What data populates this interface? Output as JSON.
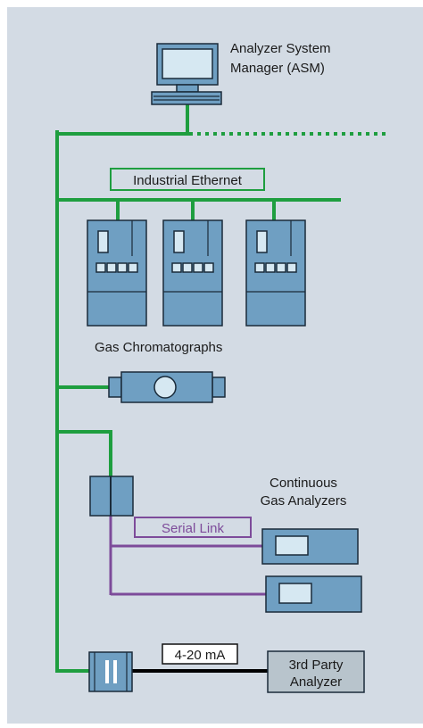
{
  "colors": {
    "background": "#d3dbe4",
    "ethernet": "#1e9e3f",
    "serial": "#7d4b9a",
    "analog": "#000000",
    "device_fill": "#6f9fc2",
    "device_stroke": "#1a2b3a",
    "screen_fill": "#d6e8f2",
    "third_party_fill": "#b8c4cc"
  },
  "labels": {
    "asm_line1": "Analyzer System",
    "asm_line2": "Manager (ASM)",
    "industrial_ethernet": "Industrial Ethernet",
    "gas_chromatographs": "Gas Chromatographs",
    "continuous_line1": "Continuous",
    "continuous_line2": "Gas Analyzers",
    "serial_link": "Serial Link",
    "analog_signal": "4-20 mA",
    "third_party_line1": "3rd Party",
    "third_party_line2": "Analyzer"
  },
  "icons": {
    "asm": "computer-icon",
    "chromatograph": "gas-chromatograph-icon",
    "flow_analyzer": "flow-analyzer-icon",
    "converter": "serial-converter-icon",
    "continuous_analyzer": "continuous-gas-analyzer-icon",
    "isolator": "signal-isolator-icon"
  }
}
